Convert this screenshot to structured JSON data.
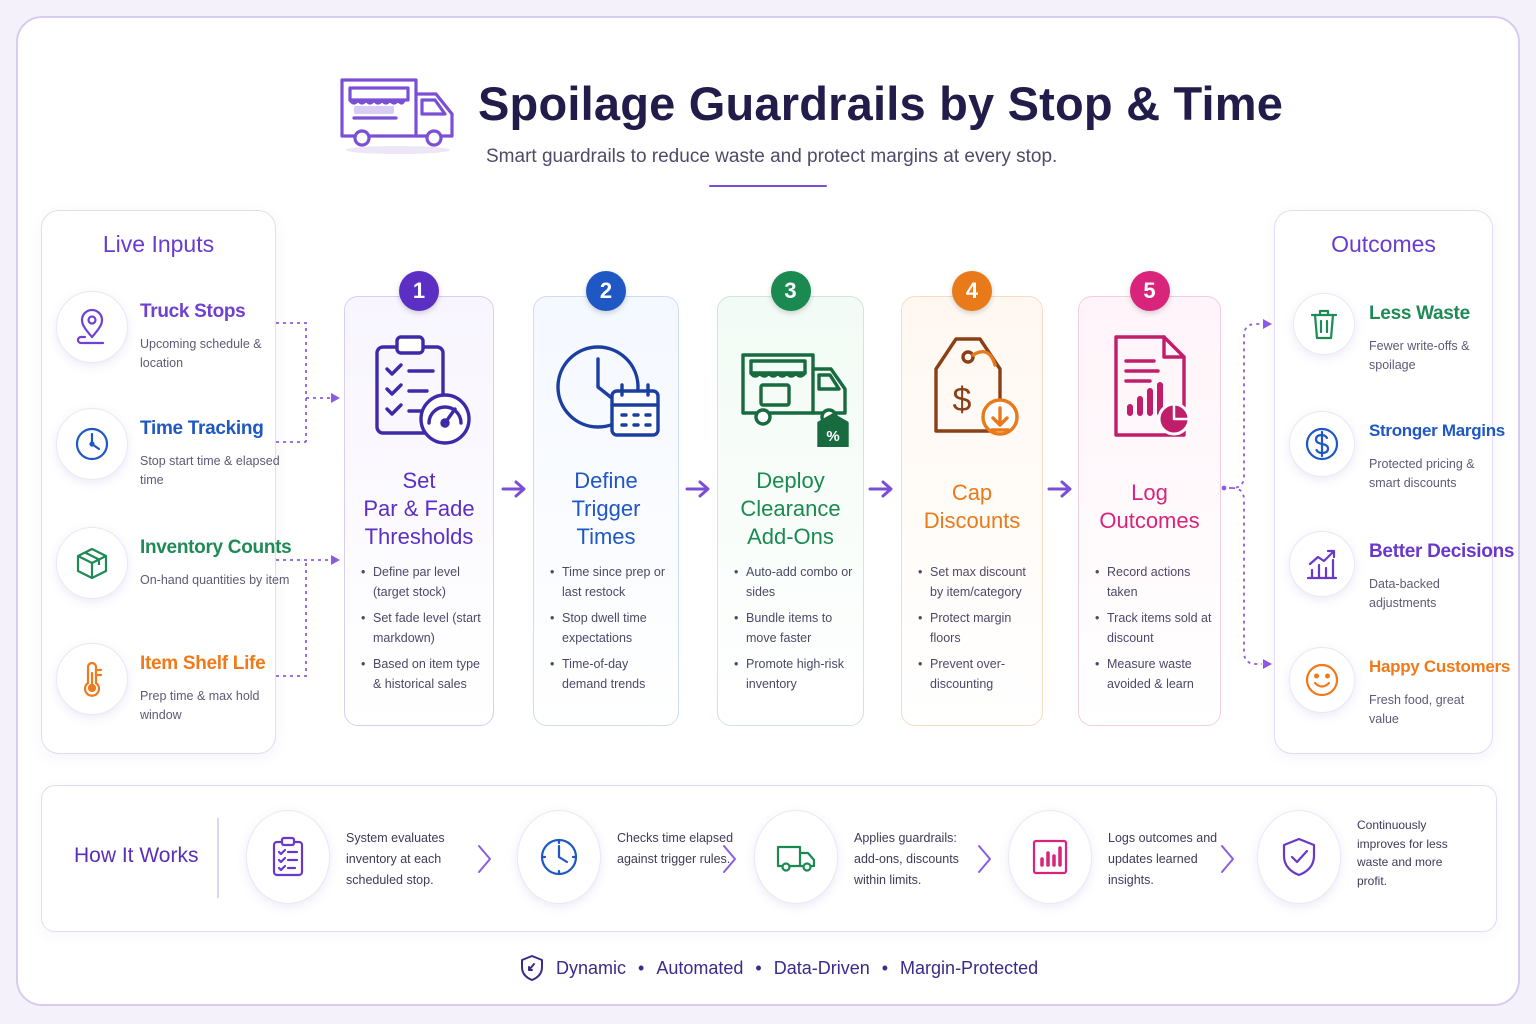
{
  "header": {
    "title": "Spoilage Guardrails by Stop & Time",
    "subtitle": "Smart guardrails to reduce waste and protect margins at every stop."
  },
  "live_inputs": {
    "title": "Live Inputs",
    "items": [
      {
        "label": "Truck Stops",
        "desc": "Upcoming schedule & location",
        "icon": "location-pin-icon",
        "color": "#7040d0"
      },
      {
        "label": "Time Tracking",
        "desc": "Stop start time & elapsed time",
        "icon": "clock-icon",
        "color": "#1f57c4"
      },
      {
        "label": "Inventory Counts",
        "desc": "On-hand quantities by item",
        "icon": "box-icon",
        "color": "#1e8a55"
      },
      {
        "label": "Item Shelf Life",
        "desc": "Prep time & max hold window",
        "icon": "thermometer-icon",
        "color": "#f07a1a"
      }
    ]
  },
  "steps": [
    {
      "number": "1",
      "title": [
        "Set",
        "Par & Fade",
        "Thresholds"
      ],
      "color": "#5b2fc4",
      "icon": "clipboard-gauge-icon",
      "bullets": [
        "Define par level (target stock)",
        "Set fade level (start markdown)",
        "Based on item type & historical sales"
      ]
    },
    {
      "number": "2",
      "title": [
        "Define",
        "Trigger",
        "Times"
      ],
      "color": "#1f57c4",
      "icon": "clock-calendar-icon",
      "bullets": [
        "Time since prep or last restock",
        "Stop dwell time expectations",
        "Time-of-day demand trends"
      ]
    },
    {
      "number": "3",
      "title": [
        "Deploy",
        "Clearance",
        "Add-Ons"
      ],
      "color": "#1a8a50",
      "icon": "food-truck-tag-icon",
      "bullets": [
        "Auto-add combo or sides",
        "Bundle items to move faster",
        "Promote high-risk inventory"
      ]
    },
    {
      "number": "4",
      "title": [
        "Cap",
        "Discounts"
      ],
      "color": "#e87a1a",
      "icon": "price-tag-icon",
      "bullets": [
        "Set max discount by item/category",
        "Protect margin floors",
        "Prevent over-discounting"
      ]
    },
    {
      "number": "5",
      "title": [
        "Log",
        "Outcomes"
      ],
      "color": "#d8247a",
      "icon": "report-chart-icon",
      "bullets": [
        "Record actions taken",
        "Track items sold at discount",
        "Measure waste avoided & learn"
      ]
    }
  ],
  "outcomes": {
    "title": "Outcomes",
    "items": [
      {
        "label": "Less Waste",
        "desc": "Fewer write-offs & spoilage",
        "icon": "trash-icon",
        "color": "#1e8a55"
      },
      {
        "label": "Stronger Margins",
        "desc": "Protected pricing & smart discounts",
        "icon": "dollar-coin-icon",
        "color": "#1f57c4"
      },
      {
        "label": "Better Decisions",
        "desc": "Data-backed adjustments",
        "icon": "growth-chart-icon",
        "color": "#6a38c8"
      },
      {
        "label": "Happy Customers",
        "desc": "Fresh food, great value",
        "icon": "smiley-icon",
        "color": "#f07a1a"
      }
    ]
  },
  "how_it_works": {
    "title": "How It Works",
    "steps": [
      {
        "text": "System evaluates inventory at each scheduled stop.",
        "icon": "checklist-icon",
        "color": "#6a38c8"
      },
      {
        "text": "Checks time elapsed against trigger rules.",
        "icon": "clock-icon",
        "color": "#1f57c4"
      },
      {
        "text": "Applies guardrails: add-ons, discounts within limits.",
        "icon": "delivery-truck-icon",
        "color": "#1a8a50"
      },
      {
        "text": "Logs outcomes and updates learned insights.",
        "icon": "bar-chart-icon",
        "color": "#d8247a"
      },
      {
        "text": "Continuously improves for less waste and more profit.",
        "icon": "shield-check-icon",
        "color": "#6a38c8"
      }
    ]
  },
  "footer": {
    "icon": "shield-icon",
    "tags": [
      "Dynamic",
      "Automated",
      "Data-Driven",
      "Margin-Protected"
    ]
  }
}
